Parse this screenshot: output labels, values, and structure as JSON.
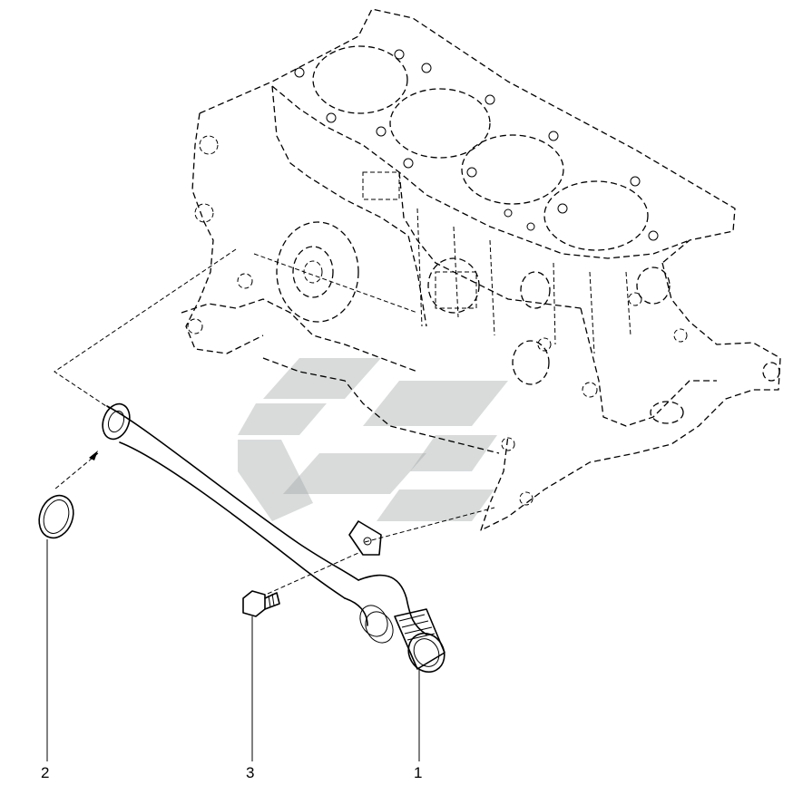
{
  "callouts": [
    {
      "id": "1",
      "label": "1"
    },
    {
      "id": "2",
      "label": "2"
    },
    {
      "id": "3",
      "label": "3"
    }
  ],
  "colors": {
    "line": "#000000",
    "watermark": "#9aa0a0",
    "background": "#ffffff"
  }
}
